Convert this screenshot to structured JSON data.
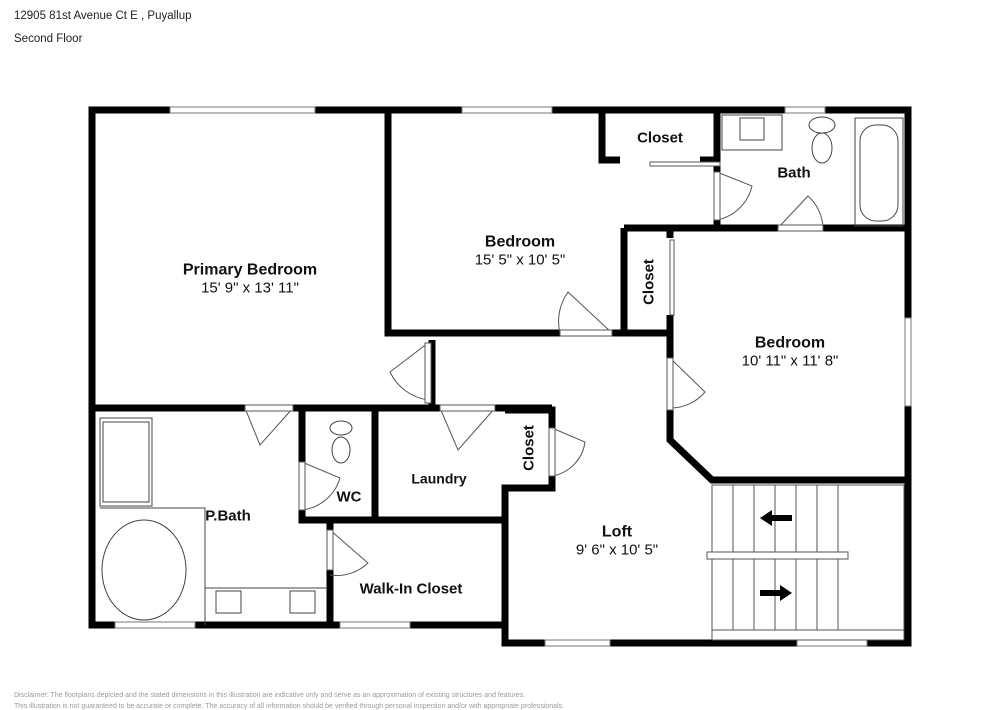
{
  "header": {
    "address": "12905 81st Avenue Ct E , Puyallup",
    "floor": "Second Floor"
  },
  "rooms": [
    {
      "id": "primary-bedroom",
      "name": "Primary Bedroom",
      "dimensions": "15' 9\" x 13' 11\""
    },
    {
      "id": "bedroom-1",
      "name": "Bedroom",
      "dimensions": "15' 5\" x 10' 5\""
    },
    {
      "id": "closet-1",
      "name": "Closet"
    },
    {
      "id": "bath",
      "name": "Bath"
    },
    {
      "id": "closet-2",
      "name": "Closet"
    },
    {
      "id": "bedroom-2",
      "name": "Bedroom",
      "dimensions": "10' 11\" x 11' 8\""
    },
    {
      "id": "p-bath",
      "name": "P.Bath"
    },
    {
      "id": "wc",
      "name": "WC"
    },
    {
      "id": "laundry",
      "name": "Laundry"
    },
    {
      "id": "closet-3",
      "name": "Closet"
    },
    {
      "id": "walk-in-closet",
      "name": "Walk-In Closet"
    },
    {
      "id": "loft",
      "name": "Loft",
      "dimensions": "9' 6\" x 10' 5\""
    }
  ],
  "stairs": {
    "upper_arrow": "left",
    "lower_arrow": "right"
  },
  "colors": {
    "wall": "#000000",
    "fixture_line": "#555555",
    "background": "#ffffff",
    "disclaimer": "#9a9a9a"
  },
  "disclaimer": {
    "line1": "Disclaimer: The floorplans depicted and the stated dimensions in this illustration are indicative only and serve as an approximation of existing structures and features.",
    "line2": "This illustration is not guaranteed to be accurate or complete. The accuracy of all information should be verified through personal inspection and/or with appropriate professionals."
  }
}
